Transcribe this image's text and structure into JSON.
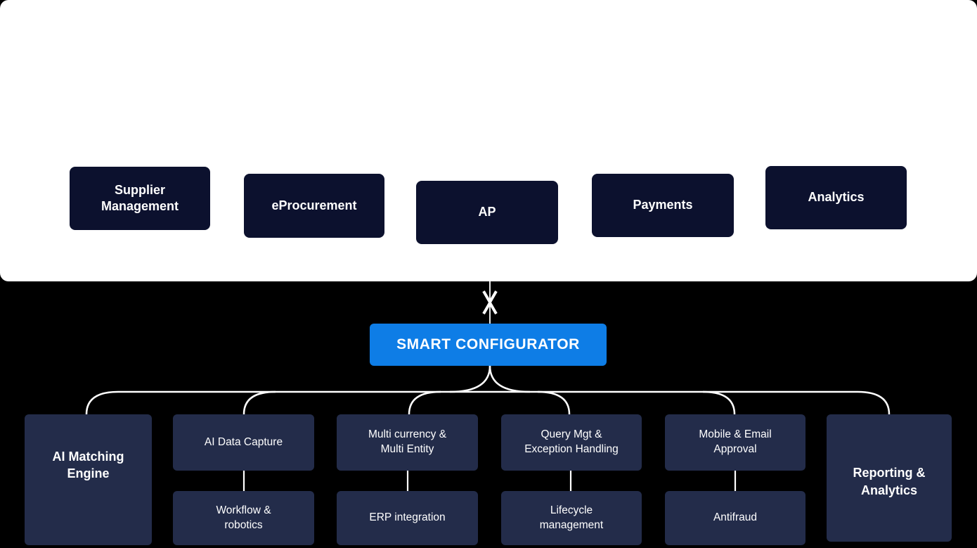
{
  "modules": {
    "items": [
      {
        "label": "Supplier\nManagement"
      },
      {
        "label": "eProcurement"
      },
      {
        "label": "AP"
      },
      {
        "label": "Payments"
      },
      {
        "label": "Analytics"
      }
    ]
  },
  "configurator": {
    "label": "SMART CONFIGURATOR"
  },
  "features": {
    "ai_matching_engine": {
      "label": "AI Matching\nEngine"
    },
    "reporting_analytics": {
      "label": "Reporting &\nAnalytics"
    },
    "row1": [
      {
        "label": "AI Data Capture"
      },
      {
        "label": "Multi currency &\nMulti Entity"
      },
      {
        "label": "Query Mgt &\nException Handling"
      },
      {
        "label": "Mobile & Email\nApproval"
      }
    ],
    "row2": [
      {
        "label": "Workflow &\nrobotics"
      },
      {
        "label": "ERP integration"
      },
      {
        "label": "Lifecycle\nmanagement"
      },
      {
        "label": "Antifraud"
      }
    ]
  },
  "colors": {
    "background": "#000000",
    "panel": "#ffffff",
    "module_box": "#0c112e",
    "configurator_box": "#0e7de6",
    "feature_box": "#232c4a",
    "connector_line": "#ffffff",
    "text": "#ffffff"
  },
  "icons": {
    "split_connector": "x-split-connector-icon"
  }
}
